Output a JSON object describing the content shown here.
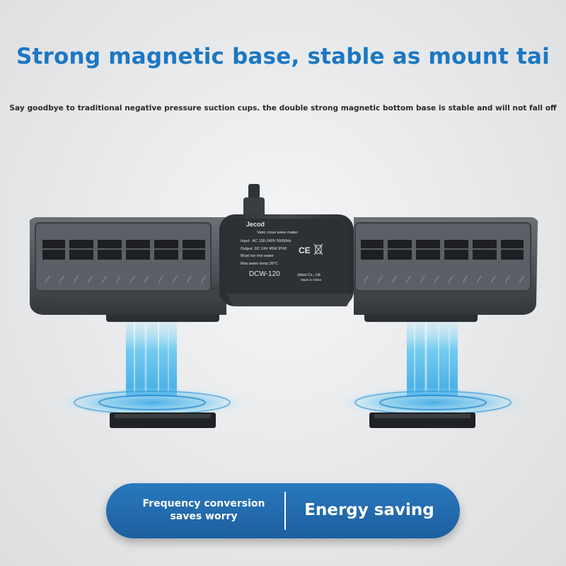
{
  "headline": "Strong magnetic base, stable as mount tai",
  "subline": "Say goodbye to traditional negative pressure suction cups. the double strong magnetic bottom base is stable and will not fall off",
  "product": {
    "brand": "Jecod",
    "lines": [
      "Vario cross wave maker",
      "Input : AC 100-240V 50/60Hz",
      "Output: DC 24V 45W IPX8",
      "Must run into water",
      "Max.water temp.35°C"
    ],
    "ce_mark": "CE",
    "model": "DCW-120",
    "maker": "Jebao Co., Ltd.",
    "origin": "Made in China"
  },
  "badge": {
    "left_line1": "Frequency conversion",
    "left_line2": "saves worry",
    "right": "Energy saving"
  },
  "colors": {
    "headline": "#1c77c3",
    "badge": "#1f67a8",
    "pump_body": "#4f5358",
    "water": "#5fc6f0"
  }
}
